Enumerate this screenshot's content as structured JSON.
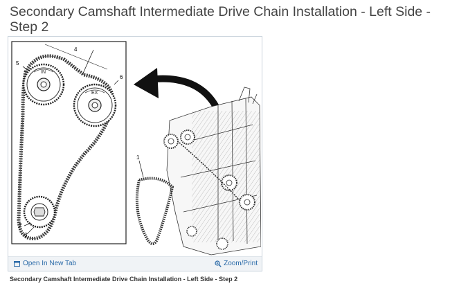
{
  "page": {
    "title": "Secondary Camshaft Intermediate Drive Chain Installation - Left Side - Step 2"
  },
  "figure": {
    "callouts": [
      "1",
      "2",
      "3",
      "4",
      "5",
      "6"
    ],
    "sprocket_labels": {
      "intake": "IN",
      "exhaust": "EX"
    },
    "toolbar": {
      "open_tab_label": "Open In New Tab",
      "open_tab_icon": "new-tab-icon",
      "zoom_label": "Zoom/Print",
      "zoom_icon": "magnifier-icon"
    },
    "link_color": "#2a6aa8"
  },
  "caption": "Secondary Camshaft Intermediate Drive Chain Installation - Left Side - Step 2"
}
